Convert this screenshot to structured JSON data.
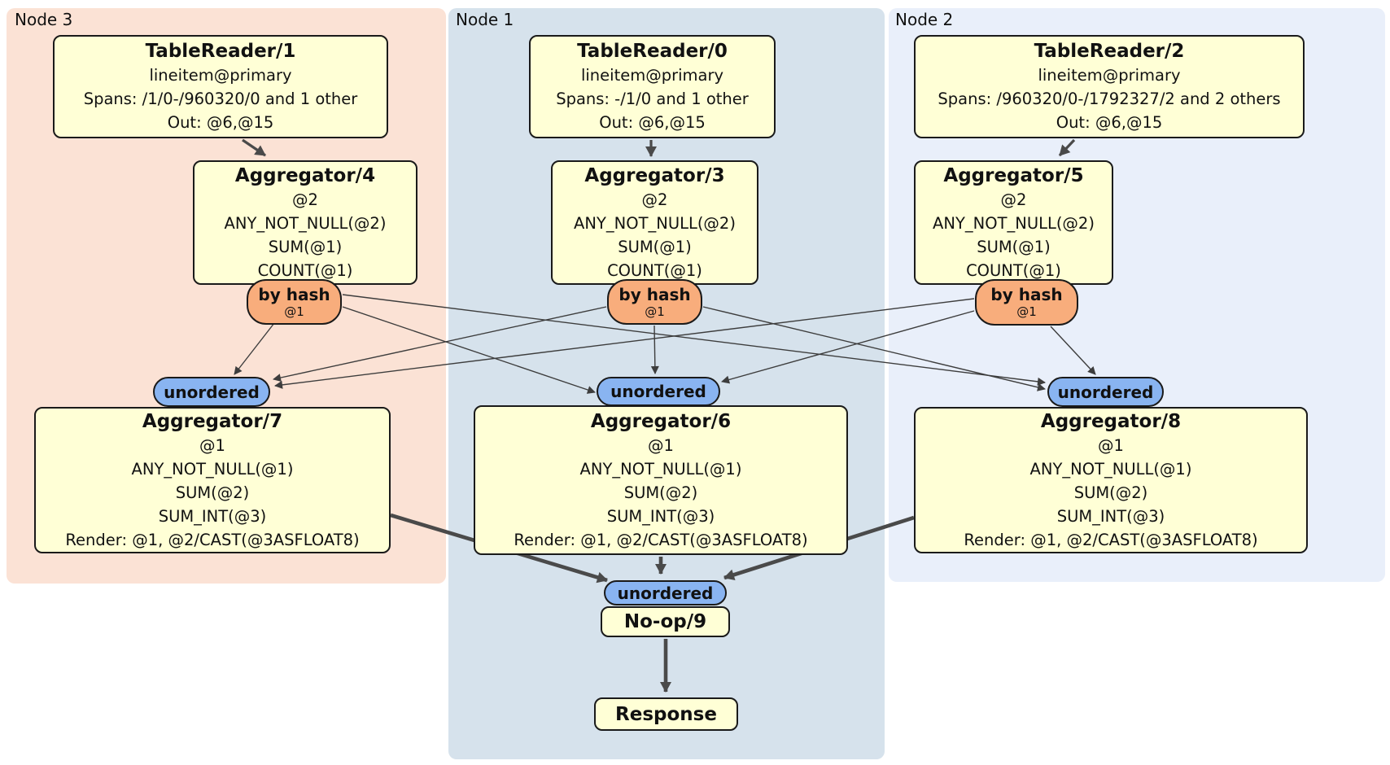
{
  "node3": {
    "label": "Node 3",
    "table_reader": {
      "title": "TableReader/1",
      "lines": [
        "lineitem@primary",
        "Spans: /1/0-/960320/0 and 1 other",
        "Out: @6,@15"
      ]
    },
    "aggregator_top": {
      "title": "Aggregator/4",
      "lines": [
        "@2",
        "ANY_NOT_NULL(@2)",
        "SUM(@1)",
        "COUNT(@1)"
      ]
    },
    "router": {
      "label": "by hash",
      "detail": "@1"
    },
    "sync": {
      "label": "unordered"
    },
    "aggregator_bottom": {
      "title": "Aggregator/7",
      "lines": [
        "@1",
        "ANY_NOT_NULL(@1)",
        "SUM(@2)",
        "SUM_INT(@3)",
        "Render: @1, @2/CAST(@3ASFLOAT8)"
      ]
    }
  },
  "node1": {
    "label": "Node 1",
    "table_reader": {
      "title": "TableReader/0",
      "lines": [
        "lineitem@primary",
        "Spans: -/1/0 and 1 other",
        "Out: @6,@15"
      ]
    },
    "aggregator_top": {
      "title": "Aggregator/3",
      "lines": [
        "@2",
        "ANY_NOT_NULL(@2)",
        "SUM(@1)",
        "COUNT(@1)"
      ]
    },
    "router": {
      "label": "by hash",
      "detail": "@1"
    },
    "sync": {
      "label": "unordered"
    },
    "aggregator_bottom": {
      "title": "Aggregator/6",
      "lines": [
        "@1",
        "ANY_NOT_NULL(@1)",
        "SUM(@2)",
        "SUM_INT(@3)",
        "Render: @1, @2/CAST(@3ASFLOAT8)"
      ]
    },
    "final_sync": {
      "label": "unordered"
    },
    "noop": {
      "title": "No-op/9"
    },
    "response": {
      "title": "Response"
    }
  },
  "node2": {
    "label": "Node 2",
    "table_reader": {
      "title": "TableReader/2",
      "lines": [
        "lineitem@primary",
        "Spans: /960320/0-/1792327/2 and 2 others",
        "Out: @6,@15"
      ]
    },
    "aggregator_top": {
      "title": "Aggregator/5",
      "lines": [
        "@2",
        "ANY_NOT_NULL(@2)",
        "SUM(@1)",
        "COUNT(@1)"
      ]
    },
    "router": {
      "label": "by hash",
      "detail": "@1"
    },
    "sync": {
      "label": "unordered"
    },
    "aggregator_bottom": {
      "title": "Aggregator/8",
      "lines": [
        "@1",
        "ANY_NOT_NULL(@1)",
        "SUM(@2)",
        "SUM_INT(@3)",
        "Render: @1, @2/CAST(@3ASFLOAT8)"
      ]
    }
  },
  "palette": {
    "node3_bg": "#fbe2d5",
    "node1_bg": "#d6e2ec",
    "node2_bg": "#e9effa",
    "box_bg": "#ffffd6",
    "router_bg": "#f8ad7c",
    "sync_bg": "#89b4f1",
    "arrow": "#4a4a4a"
  }
}
